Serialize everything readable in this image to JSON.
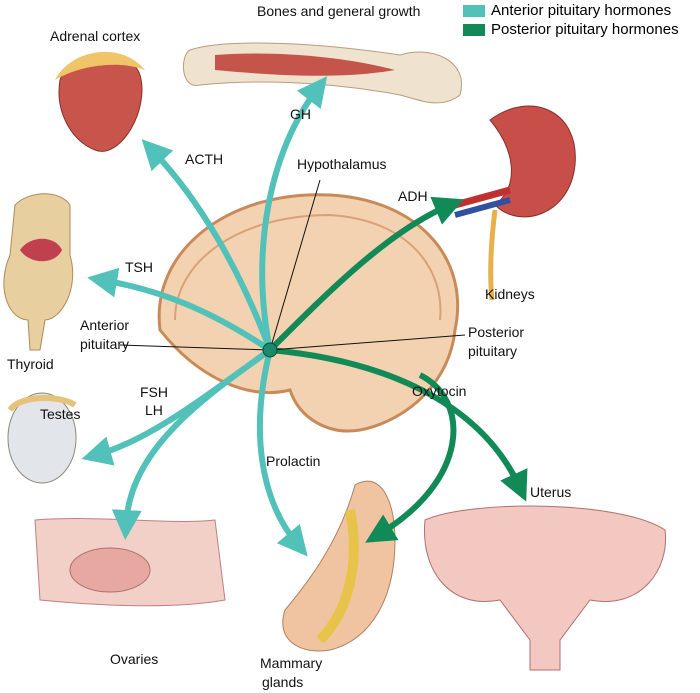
{
  "legend": {
    "anterior": "Anterior pituitary hormones",
    "posterior": "Posterior pituitary hormones",
    "anterior_color": "#52c1b9",
    "posterior_color": "#128a57"
  },
  "labels": {
    "bones": "Bones and general growth",
    "adrenal": "Adrenal cortex",
    "gh": "GH",
    "acth": "ACTH",
    "hypothalamus": "Hypothalamus",
    "adh": "ADH",
    "kidneys": "Kidneys",
    "tsh": "TSH",
    "anterior1": "Anterior",
    "anterior2": "pituitary",
    "thyroid": "Thyroid",
    "posterior1": "Posterior",
    "posterior2": "pituitary",
    "fsh": "FSH",
    "lh": "LH",
    "oxytocin": "Oxytocin",
    "testes": "Testes",
    "prolactin": "Prolactin",
    "uterus": "Uterus",
    "ovaries": "Ovaries",
    "mammary1": "Mammary",
    "mammary2": "glands"
  }
}
